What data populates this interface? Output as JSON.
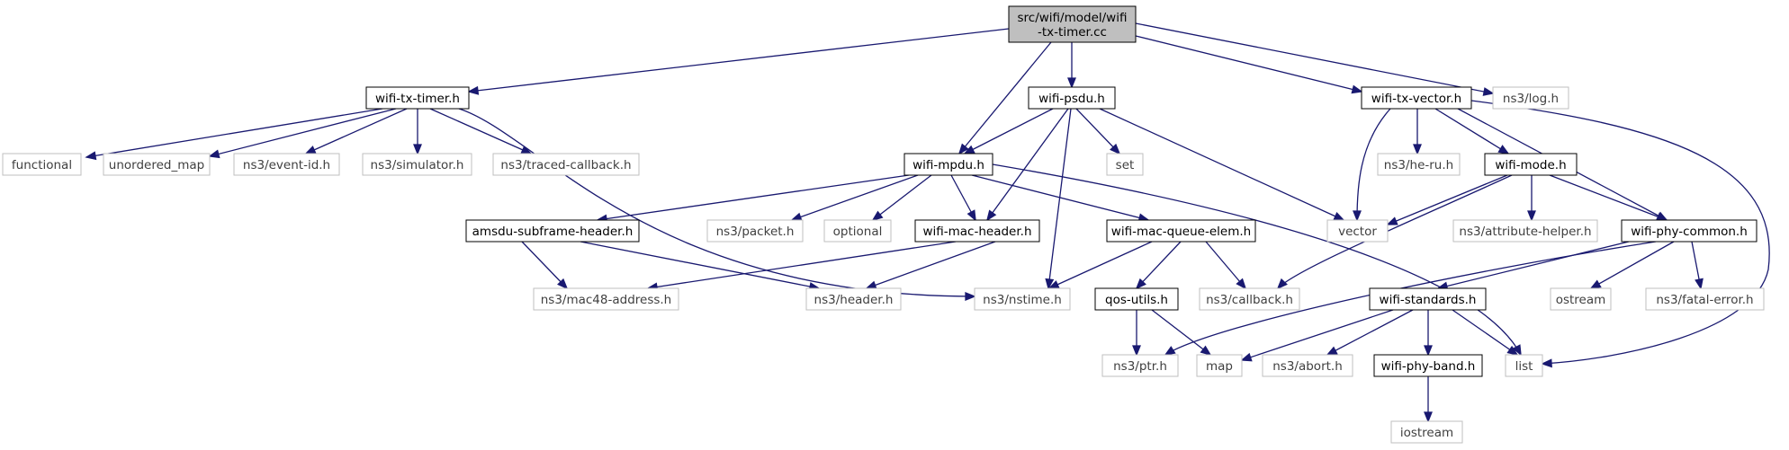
{
  "diagram": {
    "root": {
      "id": "root",
      "label_lines": [
        "src/wifi/model/wifi",
        "-tx-timer.cc"
      ]
    },
    "nodes": [
      {
        "id": "wifi_tx_timer_h",
        "label": "wifi-tx-timer.h",
        "kind": "local"
      },
      {
        "id": "wifi_psdu_h",
        "label": "wifi-psdu.h",
        "kind": "local"
      },
      {
        "id": "wifi_tx_vector_h",
        "label": "wifi-tx-vector.h",
        "kind": "local"
      },
      {
        "id": "ns3_log_h",
        "label": "ns3/log.h",
        "kind": "external"
      },
      {
        "id": "functional",
        "label": "functional",
        "kind": "external"
      },
      {
        "id": "unordered_map",
        "label": "unordered_map",
        "kind": "external"
      },
      {
        "id": "ns3_event_id_h",
        "label": "ns3/event-id.h",
        "kind": "external"
      },
      {
        "id": "ns3_simulator_h",
        "label": "ns3/simulator.h",
        "kind": "external"
      },
      {
        "id": "ns3_traced_callback_h",
        "label": "ns3/traced-callback.h",
        "kind": "external"
      },
      {
        "id": "wifi_mpdu_h",
        "label": "wifi-mpdu.h",
        "kind": "local"
      },
      {
        "id": "set",
        "label": "set",
        "kind": "external"
      },
      {
        "id": "ns3_he_ru_h",
        "label": "ns3/he-ru.h",
        "kind": "external"
      },
      {
        "id": "wifi_mode_h",
        "label": "wifi-mode.h",
        "kind": "local"
      },
      {
        "id": "amsdu_subframe_header_h",
        "label": "amsdu-subframe-header.h",
        "kind": "local"
      },
      {
        "id": "ns3_packet_h",
        "label": "ns3/packet.h",
        "kind": "external"
      },
      {
        "id": "optional",
        "label": "optional",
        "kind": "external"
      },
      {
        "id": "wifi_mac_header_h",
        "label": "wifi-mac-header.h",
        "kind": "local"
      },
      {
        "id": "wifi_mac_queue_elem_h",
        "label": "wifi-mac-queue-elem.h",
        "kind": "local"
      },
      {
        "id": "vector",
        "label": "vector",
        "kind": "external"
      },
      {
        "id": "ns3_attribute_helper_h",
        "label": "ns3/attribute-helper.h",
        "kind": "external"
      },
      {
        "id": "wifi_phy_common_h",
        "label": "wifi-phy-common.h",
        "kind": "local"
      },
      {
        "id": "ns3_mac48_address_h",
        "label": "ns3/mac48-address.h",
        "kind": "external"
      },
      {
        "id": "ns3_header_h",
        "label": "ns3/header.h",
        "kind": "external"
      },
      {
        "id": "ns3_nstime_h",
        "label": "ns3/nstime.h",
        "kind": "external"
      },
      {
        "id": "qos_utils_h",
        "label": "qos-utils.h",
        "kind": "local"
      },
      {
        "id": "ns3_callback_h",
        "label": "ns3/callback.h",
        "kind": "external"
      },
      {
        "id": "wifi_standards_h",
        "label": "wifi-standards.h",
        "kind": "local"
      },
      {
        "id": "ostream",
        "label": "ostream",
        "kind": "external"
      },
      {
        "id": "ns3_fatal_error_h",
        "label": "ns3/fatal-error.h",
        "kind": "external"
      },
      {
        "id": "ns3_ptr_h",
        "label": "ns3/ptr.h",
        "kind": "external"
      },
      {
        "id": "map",
        "label": "map",
        "kind": "external"
      },
      {
        "id": "ns3_abort_h",
        "label": "ns3/abort.h",
        "kind": "external"
      },
      {
        "id": "wifi_phy_band_h",
        "label": "wifi-phy-band.h",
        "kind": "local"
      },
      {
        "id": "list",
        "label": "list",
        "kind": "external"
      },
      {
        "id": "iostream",
        "label": "iostream",
        "kind": "external"
      }
    ],
    "edges": [
      {
        "from": "root",
        "to": "wifi_tx_timer_h"
      },
      {
        "from": "root",
        "to": "wifi_psdu_h"
      },
      {
        "from": "root",
        "to": "wifi_mpdu_h"
      },
      {
        "from": "root",
        "to": "wifi_tx_vector_h"
      },
      {
        "from": "root",
        "to": "ns3_log_h"
      },
      {
        "from": "wifi_tx_timer_h",
        "to": "functional"
      },
      {
        "from": "wifi_tx_timer_h",
        "to": "unordered_map"
      },
      {
        "from": "wifi_tx_timer_h",
        "to": "ns3_event_id_h"
      },
      {
        "from": "wifi_tx_timer_h",
        "to": "ns3_simulator_h"
      },
      {
        "from": "wifi_tx_timer_h",
        "to": "ns3_traced_callback_h"
      },
      {
        "from": "wifi_tx_timer_h",
        "to": "ns3_nstime_h"
      },
      {
        "from": "wifi_psdu_h",
        "to": "wifi_mpdu_h"
      },
      {
        "from": "wifi_psdu_h",
        "to": "set"
      },
      {
        "from": "wifi_psdu_h",
        "to": "vector"
      },
      {
        "from": "wifi_psdu_h",
        "to": "wifi_mac_header_h"
      },
      {
        "from": "wifi_psdu_h",
        "to": "ns3_nstime_h"
      },
      {
        "from": "wifi_tx_vector_h",
        "to": "ns3_he_ru_h"
      },
      {
        "from": "wifi_tx_vector_h",
        "to": "wifi_mode_h"
      },
      {
        "from": "wifi_tx_vector_h",
        "to": "vector"
      },
      {
        "from": "wifi_tx_vector_h",
        "to": "wifi_phy_common_h"
      },
      {
        "from": "wifi_tx_vector_h",
        "to": "list"
      },
      {
        "from": "wifi_mpdu_h",
        "to": "amsdu_subframe_header_h"
      },
      {
        "from": "wifi_mpdu_h",
        "to": "ns3_packet_h"
      },
      {
        "from": "wifi_mpdu_h",
        "to": "optional"
      },
      {
        "from": "wifi_mpdu_h",
        "to": "wifi_mac_header_h"
      },
      {
        "from": "wifi_mpdu_h",
        "to": "wifi_mac_queue_elem_h"
      },
      {
        "from": "wifi_mpdu_h",
        "to": "list"
      },
      {
        "from": "wifi_mode_h",
        "to": "vector"
      },
      {
        "from": "wifi_mode_h",
        "to": "ns3_attribute_helper_h"
      },
      {
        "from": "wifi_mode_h",
        "to": "wifi_phy_common_h"
      },
      {
        "from": "wifi_mode_h",
        "to": "ns3_callback_h"
      },
      {
        "from": "amsdu_subframe_header_h",
        "to": "ns3_mac48_address_h"
      },
      {
        "from": "amsdu_subframe_header_h",
        "to": "ns3_header_h"
      },
      {
        "from": "wifi_mac_header_h",
        "to": "ns3_mac48_address_h"
      },
      {
        "from": "wifi_mac_header_h",
        "to": "ns3_header_h"
      },
      {
        "from": "wifi_mac_queue_elem_h",
        "to": "ns3_nstime_h"
      },
      {
        "from": "wifi_mac_queue_elem_h",
        "to": "qos_utils_h"
      },
      {
        "from": "wifi_mac_queue_elem_h",
        "to": "ns3_callback_h"
      },
      {
        "from": "wifi_phy_common_h",
        "to": "wifi_standards_h"
      },
      {
        "from": "wifi_phy_common_h",
        "to": "ostream"
      },
      {
        "from": "wifi_phy_common_h",
        "to": "ns3_fatal_error_h"
      },
      {
        "from": "wifi_phy_common_h",
        "to": "ns3_ptr_h"
      },
      {
        "from": "qos_utils_h",
        "to": "ns3_ptr_h"
      },
      {
        "from": "qos_utils_h",
        "to": "map"
      },
      {
        "from": "wifi_standards_h",
        "to": "map"
      },
      {
        "from": "wifi_standards_h",
        "to": "ns3_abort_h"
      },
      {
        "from": "wifi_standards_h",
        "to": "wifi_phy_band_h"
      },
      {
        "from": "wifi_standards_h",
        "to": "list"
      },
      {
        "from": "wifi_phy_band_h",
        "to": "iostream"
      }
    ]
  }
}
